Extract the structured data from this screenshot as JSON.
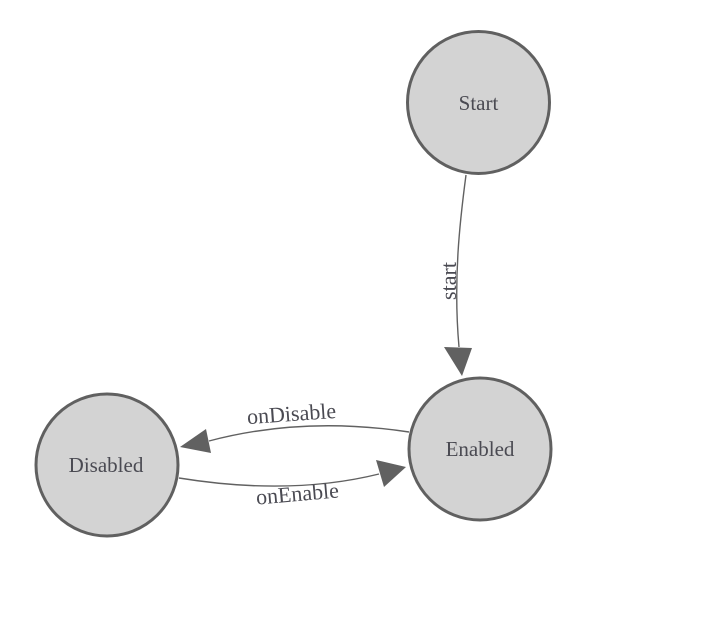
{
  "diagram": {
    "background_color": "#ffffff",
    "colors": {
      "node_fill": "#d3d3d3",
      "node_stroke": "#606060",
      "edge_color": "#616161",
      "arrow_fill": "#616161",
      "text_color": "#4a4a52"
    },
    "nodes": [
      {
        "id": "start",
        "label": "Start"
      },
      {
        "id": "enabled",
        "label": "Enabled"
      },
      {
        "id": "disabled",
        "label": "Disabled"
      }
    ],
    "edges": [
      {
        "from": "Start",
        "to": "Enabled",
        "label": "start"
      },
      {
        "from": "Enabled",
        "to": "Disabled",
        "label": "onDisable"
      },
      {
        "from": "Disabled",
        "to": "Enabled",
        "label": "onEnable"
      }
    ]
  }
}
